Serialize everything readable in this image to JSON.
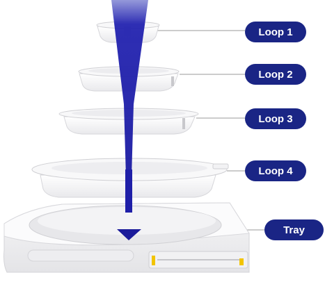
{
  "labels": {
    "loop1": "Loop 1",
    "loop2": "Loop 2",
    "loop3": "Loop 3",
    "loop4": "Loop 4",
    "tray": "Tray"
  },
  "colors": {
    "label_bg": "#1a2585",
    "label_text": "#ffffff",
    "beam": "#1f1fa8",
    "leader_line": "#9a9a9a",
    "tray_slider": "#f2c400"
  }
}
